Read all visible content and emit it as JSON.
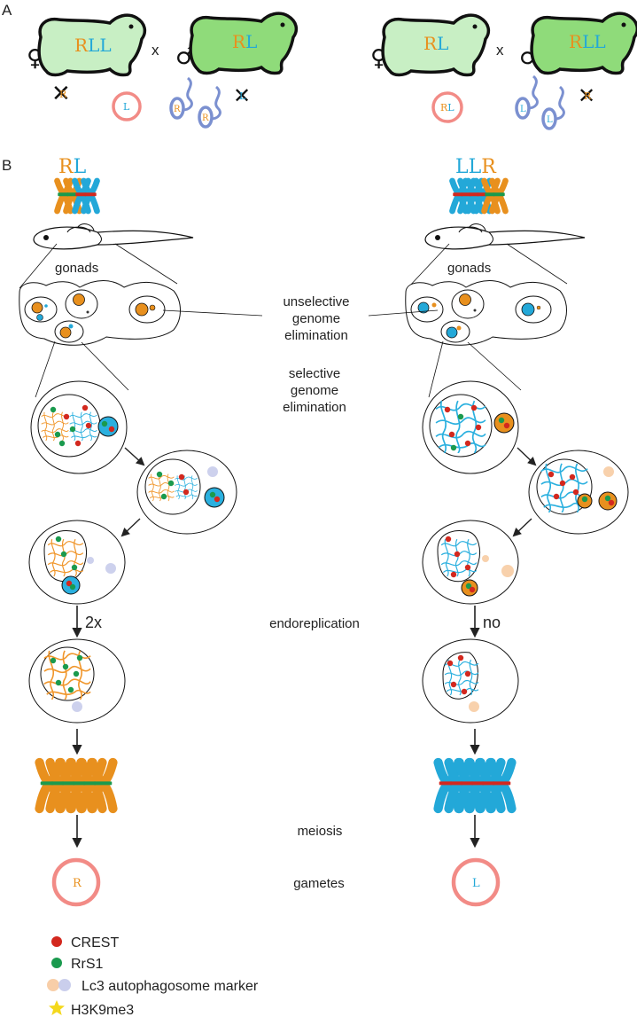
{
  "panels": {
    "a": "A",
    "b": "B"
  },
  "cross": {
    "female_symbol": "♀",
    "male_symbol": "♂",
    "times": "x",
    "reject_mark": "✕"
  },
  "colors": {
    "R": "#e8901e",
    "L": "#23a8d8",
    "frog_light": "#c8efc4",
    "frog_dark": "#8fdb7a",
    "gamete_ring": "#f28b86",
    "sperm": "#7b90d0",
    "crest": "#d3281e",
    "rrs1": "#1a9a4e",
    "lc3_orange": "#f7c99e",
    "lc3_blue": "#c4c9ea",
    "h3k9me3": "#f4d81c"
  },
  "icons": [
    "female-symbol-icon",
    "male-symbol-icon",
    "frog-icon",
    "sperm-icon",
    "egg-icon",
    "chromosome-icon",
    "tadpole-icon",
    "nucleus-icon",
    "micronucleus-icon",
    "arrow-icon",
    "star-icon"
  ],
  "panel_a": {
    "left_cross": {
      "female_frog": {
        "R": "R",
        "L": "LL"
      },
      "male_frog": {
        "R": "R",
        "L": "L"
      },
      "egg_label": "L",
      "sperm_labels": [
        "R",
        "R"
      ]
    },
    "right_cross": {
      "female_frog": {
        "R": "R",
        "L": "L"
      },
      "male_frog": {
        "R": "R",
        "L": "LL"
      },
      "egg_label": {
        "R": "R",
        "L": "L"
      },
      "sperm_labels": [
        "L",
        "L"
      ]
    }
  },
  "panel_b": {
    "left_genome": {
      "R": "R",
      "L": "L"
    },
    "right_genome": {
      "L": "LL",
      "R": "R"
    },
    "gonads_label": "gonads",
    "steps": {
      "unselective": [
        "unselective",
        "genome",
        "elimination"
      ],
      "selective": [
        "selective",
        "genome",
        "elimination"
      ],
      "endoreplication": "endoreplication",
      "meiosis": "meiosis",
      "gametes": "gametes"
    },
    "left_endo_label": "2x",
    "right_endo_label": "no",
    "left_gamete": "R",
    "right_gamete": "L"
  },
  "legend": [
    {
      "label": "CREST",
      "marker": "crest"
    },
    {
      "label": "RrS1",
      "marker": "rrs1"
    },
    {
      "label": "Lc3 autophagosome marker",
      "marker": "lc3"
    },
    {
      "label": "H3K9me3",
      "marker": "h3k9me3"
    }
  ]
}
